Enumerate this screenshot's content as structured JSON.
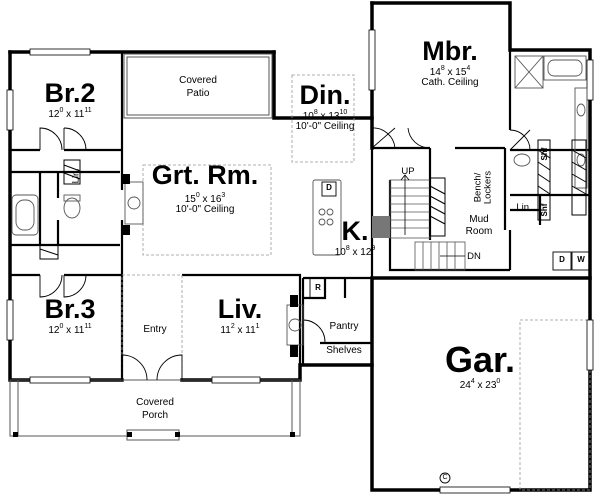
{
  "rooms": {
    "mbr": {
      "name": "Mbr.",
      "w": "14",
      "ws": "8",
      "h": "15",
      "hs": "4",
      "note": "Cath. Ceiling"
    },
    "br2": {
      "name": "Br.2",
      "w": "12",
      "ws": "0",
      "h": "11",
      "hs": "11"
    },
    "din": {
      "name": "Din.",
      "w": "10",
      "ws": "8",
      "h": "13",
      "hs": "10",
      "note": "10'-0\" Ceiling"
    },
    "grt": {
      "name": "Grt. Rm.",
      "w": "15",
      "ws": "0",
      "h": "16",
      "hs": "3",
      "note": "10'-0\" Ceiling"
    },
    "kit": {
      "name": "K.",
      "w": "10",
      "ws": "8",
      "h": "12",
      "hs": "9"
    },
    "br3": {
      "name": "Br.3",
      "w": "12",
      "ws": "0",
      "h": "11",
      "hs": "11"
    },
    "liv": {
      "name": "Liv.",
      "w": "11",
      "ws": "2",
      "h": "11",
      "hs": "1"
    },
    "gar": {
      "name": "Gar.",
      "w": "24",
      "ws": "4",
      "h": "23",
      "hs": "0"
    }
  },
  "labels": {
    "covered_patio_1": "Covered",
    "covered_patio_2": "Patio",
    "covered_porch_1": "Covered",
    "covered_porch_2": "Porch",
    "entry": "Entry",
    "pantry": "Pantry",
    "shelves": "Shelves",
    "mud_1": "Mud",
    "mud_2": "Room",
    "bench_1": "Bench/",
    "bench_2": "Lockers",
    "up": "UP",
    "dn": "DN",
    "lin_1": "Lin.",
    "lin_2": "Lin.",
    "shf_1": "Shf",
    "shf_2": "Shf",
    "d_appliance": "D",
    "d_laundry": "D",
    "w_laundry": "W",
    "r_fridge": "R",
    "c_bottom": "C"
  },
  "colors": {
    "wall": "#000000",
    "dashed": "#999999",
    "fixture": "#555555",
    "dim_sep": "#777777"
  }
}
